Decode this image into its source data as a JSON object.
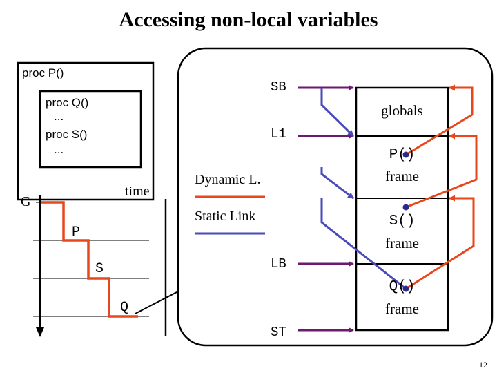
{
  "title": "Accessing non-local variables",
  "code": {
    "line1": "proc P()",
    "line2": "proc Q()",
    "line3": "...",
    "line4": "proc S()",
    "line5": "..."
  },
  "timeline": {
    "axis_label": "time",
    "steps": [
      "G",
      "P",
      "S",
      "Q"
    ]
  },
  "stack": {
    "registers": {
      "sb": "SB",
      "l1": "L1",
      "lb": "LB",
      "st": "ST"
    },
    "frames": {
      "globals": "globals",
      "p_name": "P()",
      "s_name": "S()",
      "q_name": "Q()",
      "frame_word": "frame"
    },
    "legend": {
      "dynamic": "Dynamic L.",
      "static": "Static Link"
    }
  },
  "page_number": "12",
  "colors": {
    "dynamic_link": "#e8461b",
    "static_link": "#4a4ab8",
    "register_arrow": "#6b1a6e",
    "text": "#000000"
  }
}
